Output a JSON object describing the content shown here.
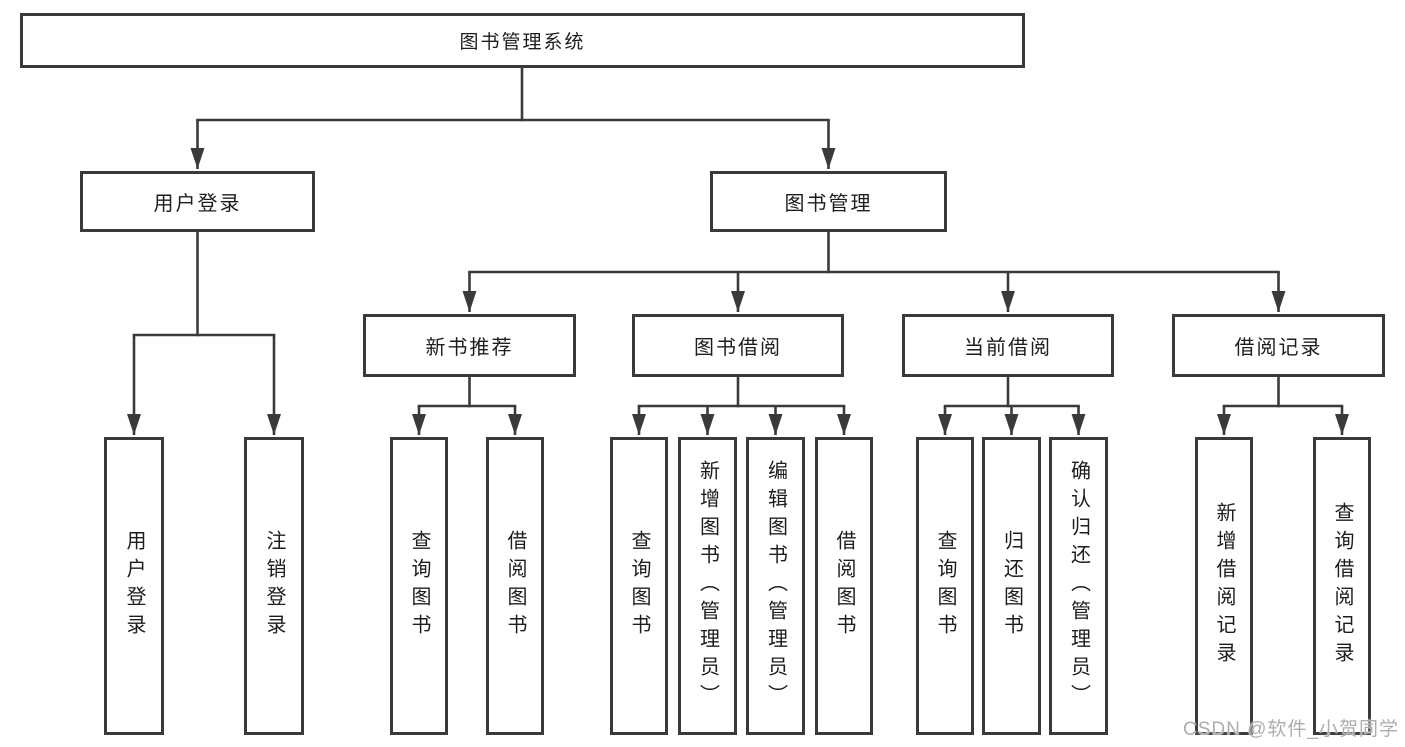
{
  "diagram": {
    "title": "图书管理系统",
    "watermark": "CSDN @软件_小贺同学",
    "colors": {
      "line": "#3a3a3a",
      "box_border": "#3a3a3a",
      "text": "#1d1d1d",
      "watermark": "#adadad",
      "background": "#ffffff"
    },
    "nodes": {
      "root": {
        "label": "图书管理系统"
      },
      "user_login": {
        "label": "用户登录"
      },
      "book_mgmt": {
        "label": "图书管理"
      },
      "new_book_rec": {
        "label": "新书推荐"
      },
      "book_borrow": {
        "label": "图书借阅"
      },
      "current_borrow": {
        "label": "当前借阅"
      },
      "borrow_record": {
        "label": "借阅记录"
      },
      "leaves": {
        "login": "用户登录",
        "logout": "注销登录",
        "rec_query": "查询图书",
        "rec_borrow": "借阅图书",
        "bor_query": "查询图书",
        "bor_add": "新增图书（管理员）",
        "bor_edit": "编辑图书（管理员）",
        "bor_borrow": "借阅图书",
        "cur_query": "查询图书",
        "cur_return": "归还图书",
        "cur_confirm": "确认归还（管理员）",
        "rec2_add": "新增借阅记录",
        "rec2_query": "查询借阅记录"
      }
    },
    "edges": [
      {
        "from": "图书管理系统",
        "to": "用户登录"
      },
      {
        "from": "图书管理系统",
        "to": "图书管理"
      },
      {
        "from": "用户登录",
        "to": "用户登录"
      },
      {
        "from": "用户登录",
        "to": "注销登录"
      },
      {
        "from": "图书管理",
        "to": "新书推荐"
      },
      {
        "from": "图书管理",
        "to": "图书借阅"
      },
      {
        "from": "图书管理",
        "to": "当前借阅"
      },
      {
        "from": "图书管理",
        "to": "借阅记录"
      },
      {
        "from": "新书推荐",
        "to": "查询图书"
      },
      {
        "from": "新书推荐",
        "to": "借阅图书"
      },
      {
        "from": "图书借阅",
        "to": "查询图书"
      },
      {
        "from": "图书借阅",
        "to": "新增图书（管理员）"
      },
      {
        "from": "图书借阅",
        "to": "编辑图书（管理员）"
      },
      {
        "from": "图书借阅",
        "to": "借阅图书"
      },
      {
        "from": "当前借阅",
        "to": "查询图书"
      },
      {
        "from": "当前借阅",
        "to": "归还图书"
      },
      {
        "from": "当前借阅",
        "to": "确认归还（管理员）"
      },
      {
        "from": "借阅记录",
        "to": "新增借阅记录"
      },
      {
        "from": "借阅记录",
        "to": "查询借阅记录"
      }
    ]
  }
}
